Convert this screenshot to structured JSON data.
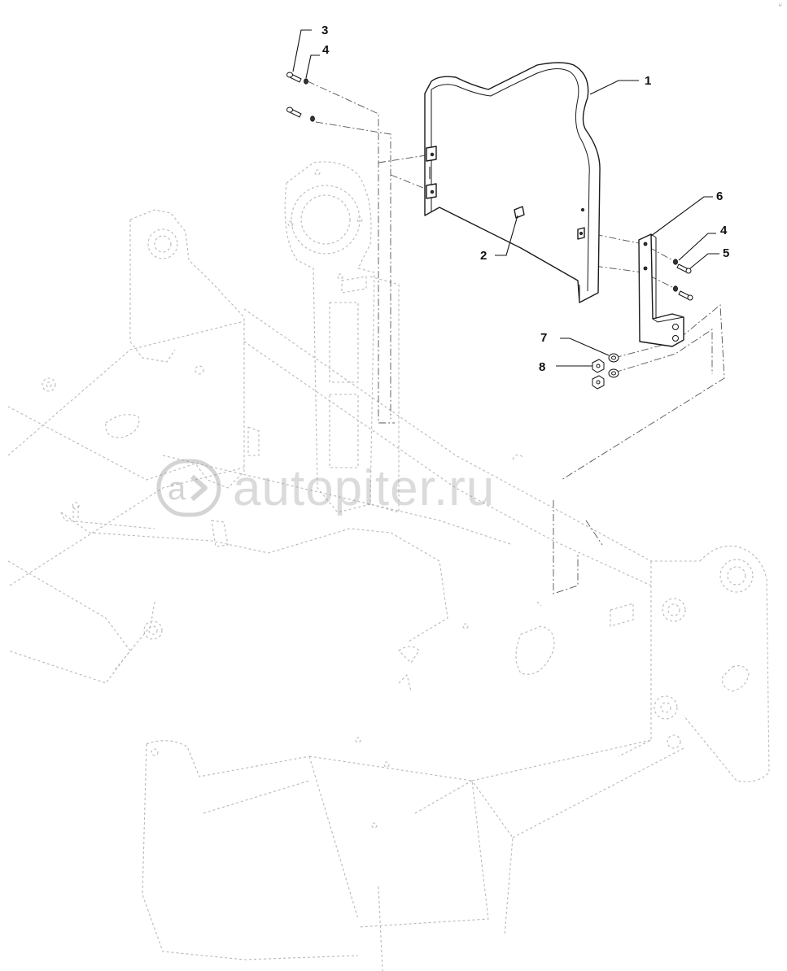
{
  "diagram": {
    "callouts": [
      {
        "id": "c1",
        "label": "1"
      },
      {
        "id": "c2",
        "label": "2"
      },
      {
        "id": "c3",
        "label": "3"
      },
      {
        "id": "c4a",
        "label": "4"
      },
      {
        "id": "c4b",
        "label": "4"
      },
      {
        "id": "c5",
        "label": "5"
      },
      {
        "id": "c6",
        "label": "6"
      },
      {
        "id": "c7",
        "label": "7"
      },
      {
        "id": "c8",
        "label": "8"
      }
    ]
  },
  "watermark": {
    "text": "autopiter.ru",
    "icon": "autopiter-logo-icon"
  },
  "corner_mark": "⑂"
}
